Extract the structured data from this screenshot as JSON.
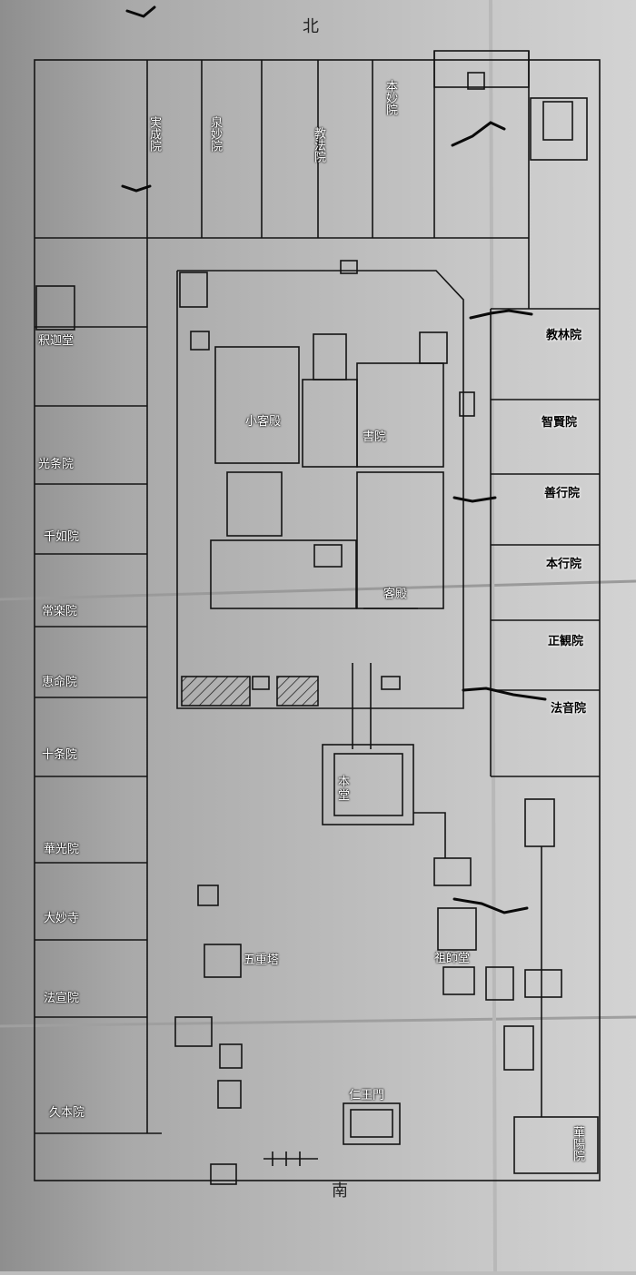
{
  "labels": {
    "jitsujoin": "実成院",
    "senmyoin": "泉妙院",
    "kyohoin": "教法院",
    "honmyoin": "本妙院",
    "shakado": "釈迦堂",
    "kokyakuden": "小客殿",
    "shoin": "書院",
    "kyakuden": "客殿",
    "kyorinin": "教林院",
    "chikenin": "智賢院",
    "zengyoin": "善行院",
    "hongyoin": "本行院",
    "shokanin": "正観院",
    "hoonin": "法音院",
    "kojoin": "光条院",
    "sennyoin": "千如院",
    "jorakuin": "常楽院",
    "emyoin": "恵命院",
    "jujoin": "十条院",
    "kekoin": "華光院",
    "daimyoji": "大妙寺",
    "hondo": "本堂",
    "gojunoto": "五重塔",
    "soshido": "祖師堂",
    "hosenin": "法宣院",
    "kuhonin": "久本院",
    "niomon": "仁王門",
    "keyoin": "華陽院",
    "north_mark": "北",
    "south_mark": "南"
  },
  "colors": {
    "ink": "#141414",
    "paper_dark": "#8e8e8e",
    "paper_light": "#d3d3d3",
    "label_white": "#ffffff",
    "label_black": "#000000"
  }
}
